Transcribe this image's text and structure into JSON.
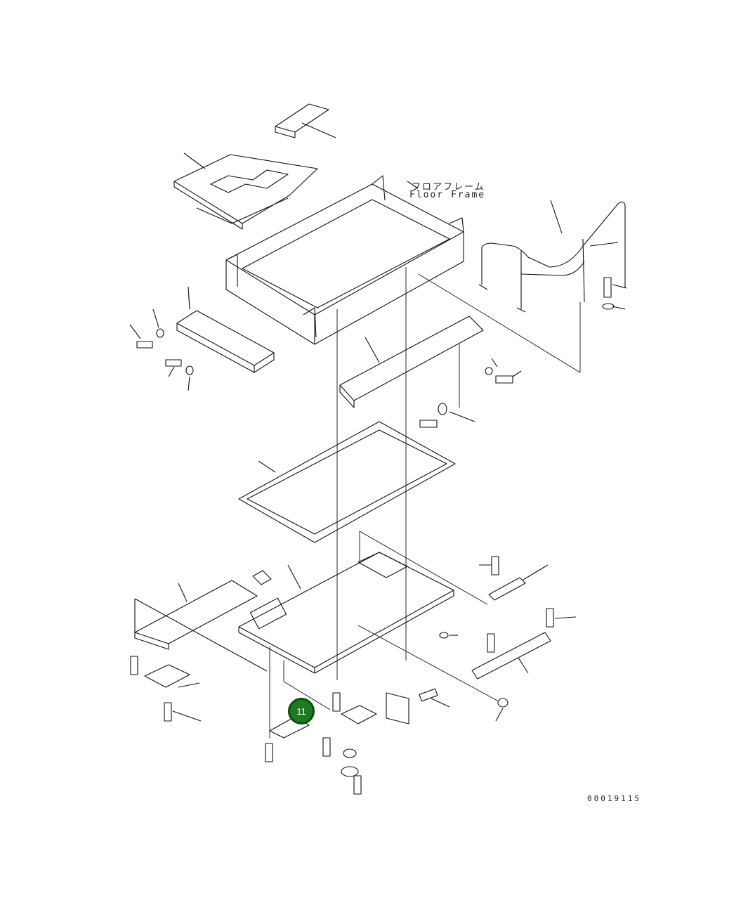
{
  "diagram": {
    "title_jp": "フロアフレーム",
    "title_en": "Floor Frame",
    "drawing_number": "00019115",
    "callout": {
      "number": "11",
      "color": "#1e7a1e"
    }
  }
}
